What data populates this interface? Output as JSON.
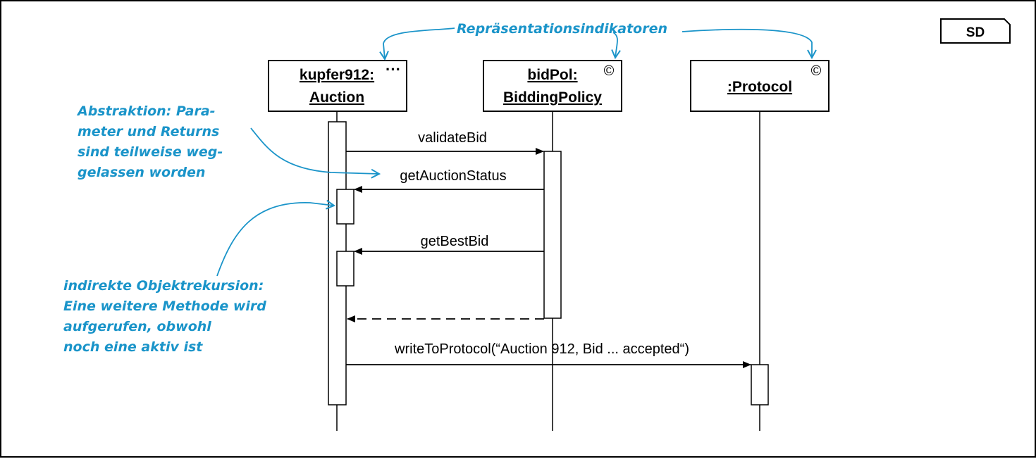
{
  "frame": {
    "label": "SD"
  },
  "objects": [
    {
      "id": "auction",
      "name_line1": "kupfer912:",
      "name_line2": "Auction",
      "indicator": "···"
    },
    {
      "id": "bidpol",
      "name_line1": "bidPol:",
      "name_line2": "BiddingPolicy",
      "indicator": "©"
    },
    {
      "id": "protocol",
      "name_line1": ":Protocol",
      "name_line2": "",
      "indicator": "©"
    }
  ],
  "messages": [
    {
      "label": "validateBid",
      "from": "auction",
      "to": "bidpol",
      "kind": "call"
    },
    {
      "label": "getAuctionStatus",
      "from": "bidpol",
      "to": "auction",
      "kind": "call"
    },
    {
      "label": "getBestBid",
      "from": "bidpol",
      "to": "auction",
      "kind": "call"
    },
    {
      "label": "",
      "from": "bidpol",
      "to": "auction",
      "kind": "return"
    },
    {
      "label": "writeToProtocol(“Auction 912, Bid ... accepted“)",
      "from": "auction",
      "to": "protocol",
      "kind": "call"
    }
  ],
  "annotations": {
    "representation_indicators": "Repräsentationsindikatoren",
    "abstraction": [
      "Abstraktion: Para-",
      "meter und Returns",
      "sind teilweise weg-",
      "gelassen worden"
    ],
    "recursion": [
      "indirekte Objektrekursion:",
      "Eine weitere Methode wird",
      "aufgerufen, obwohl",
      "noch eine aktiv ist"
    ]
  },
  "colors": {
    "annotation": "#1a94c9",
    "lines": "#000000"
  }
}
